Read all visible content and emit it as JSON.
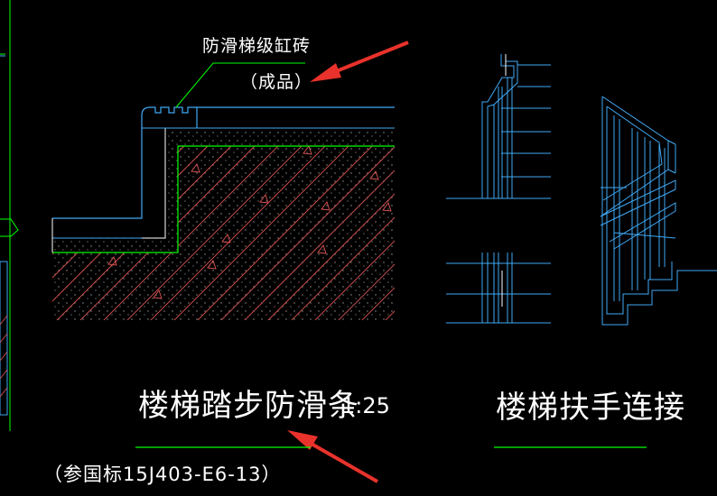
{
  "detail_1": {
    "callout_line1": "防滑梯级缸砖",
    "callout_line2": "（成品）",
    "title": "楼梯踏步防滑条",
    "scale": "1:25",
    "reference": "（参国标15J403-E6-13）"
  },
  "detail_2": {
    "title": "楼梯扶手连接"
  },
  "colors": {
    "background": "#000000",
    "outline": "#ffffff",
    "leader_green": "#00ff00",
    "structure_cyan": "#3fa9f5",
    "hatch_red": "#e05555",
    "arrow_red": "#e8322b"
  }
}
